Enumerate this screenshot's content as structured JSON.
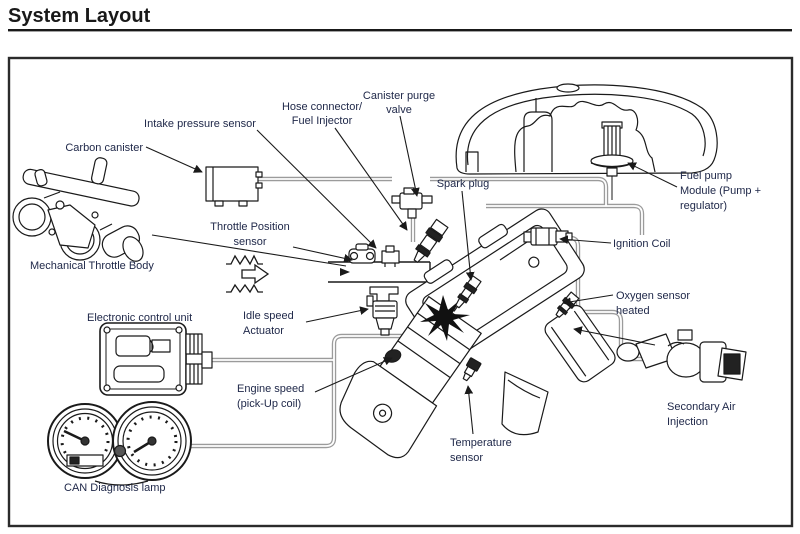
{
  "page": {
    "title": "System Layout"
  },
  "diagram": {
    "labels": {
      "carbon_canister": "Carbon canister",
      "intake_pressure_sensor": "Intake pressure sensor",
      "hose_connector": [
        "Hose connector/",
        "Fuel Injector"
      ],
      "canister_purge_valve": [
        "Canister purge",
        "valve"
      ],
      "spark_plug": "Spark plug",
      "fuel_pump_module": [
        "Fuel pump",
        "Module (Pump +",
        "regulator)"
      ],
      "ignition_coil": "Ignition Coil",
      "oxygen_sensor": [
        "Oxygen sensor",
        "heated"
      ],
      "secondary_air_injection": [
        "Secondary Air",
        "Injection"
      ],
      "mechanical_throttle_body": "Mechanical Throttle Body",
      "throttle_position_sensor": [
        "Throttle Position",
        "sensor"
      ],
      "idle_speed_actuator": [
        "Idle speed",
        "Actuator"
      ],
      "electronic_control_unit": "Electronic control unit",
      "engine_speed": [
        "Engine speed",
        "(pick-Up coil)"
      ],
      "can_diagnosis_lamp": "CAN Diagnosis lamp",
      "temperature_sensor": [
        "Temperature",
        "sensor"
      ]
    },
    "colors": {
      "label_text": "#20294a",
      "line_art": "#1a1a1a",
      "hose_gray": "#9b9b9b",
      "border": "#2b2b2b",
      "background": "#ffffff"
    }
  }
}
